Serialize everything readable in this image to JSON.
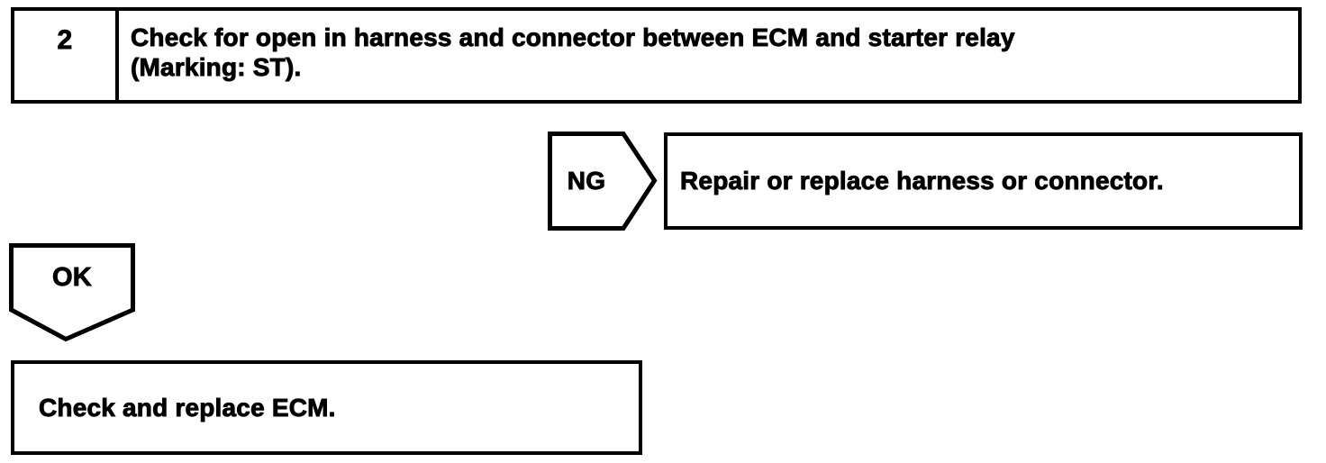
{
  "page": {
    "background_color": "#ffffff",
    "ink_color": "#000000",
    "type": "diagnostic-flowchart"
  },
  "flowchart": {
    "step_box": {
      "number": "2",
      "instruction_lines": [
        "Check for open in harness and connector between ECM and starter relay",
        "(Marking: ST)."
      ]
    },
    "ng_branch": {
      "connector_label": "NG",
      "action": "Repair or replace harness or connector."
    },
    "ok_branch": {
      "connector_label": "OK",
      "action": "Check and replace ECM."
    }
  }
}
